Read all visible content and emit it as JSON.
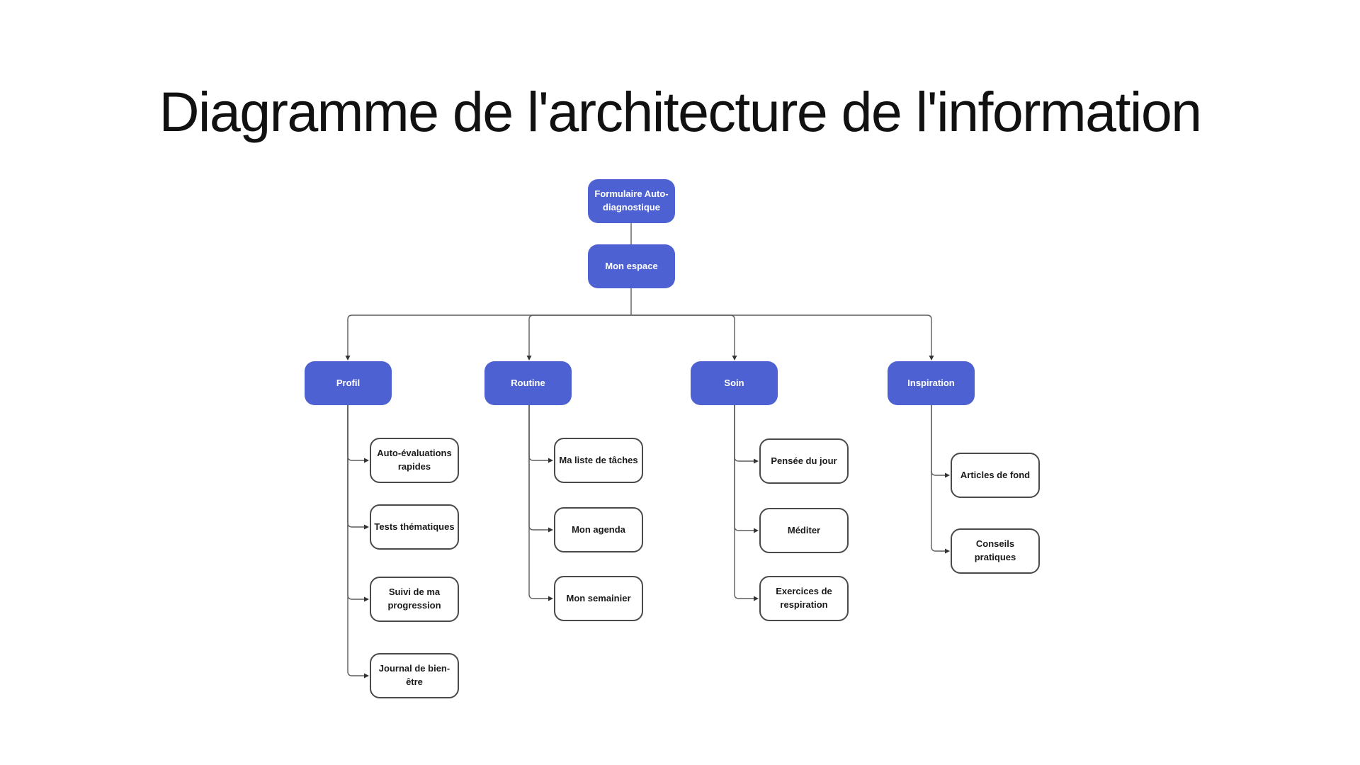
{
  "title": "Diagramme de l'architecture de l'information",
  "colors": {
    "node_fill": "#4E61D3",
    "node_text": "#FFFFFF",
    "leaf_border": "#4A4A4A",
    "leaf_text": "#1A1A1A",
    "connector": "#5C5C5C",
    "arrow": "#333333",
    "background": "#FFFFFF",
    "title_text": "#111111"
  },
  "tree": {
    "root": {
      "label": "Formulaire Auto-diagnostique"
    },
    "space": {
      "label": "Mon espace"
    },
    "branches": [
      {
        "label": "Profil",
        "children": [
          {
            "label": "Auto-évaluations rapides"
          },
          {
            "label": "Tests thématiques"
          },
          {
            "label": "Suivi de ma progression"
          },
          {
            "label": "Journal de bien-être"
          }
        ]
      },
      {
        "label": "Routine",
        "children": [
          {
            "label": "Ma liste de tâches"
          },
          {
            "label": "Mon agenda"
          },
          {
            "label": "Mon semainier"
          }
        ]
      },
      {
        "label": "Soin",
        "children": [
          {
            "label": "Pensée du jour"
          },
          {
            "label": "Méditer"
          },
          {
            "label": "Exercices de respiration"
          }
        ]
      },
      {
        "label": "Inspiration",
        "children": [
          {
            "label": "Articles de fond"
          },
          {
            "label": "Conseils pratiques"
          }
        ]
      }
    ]
  }
}
